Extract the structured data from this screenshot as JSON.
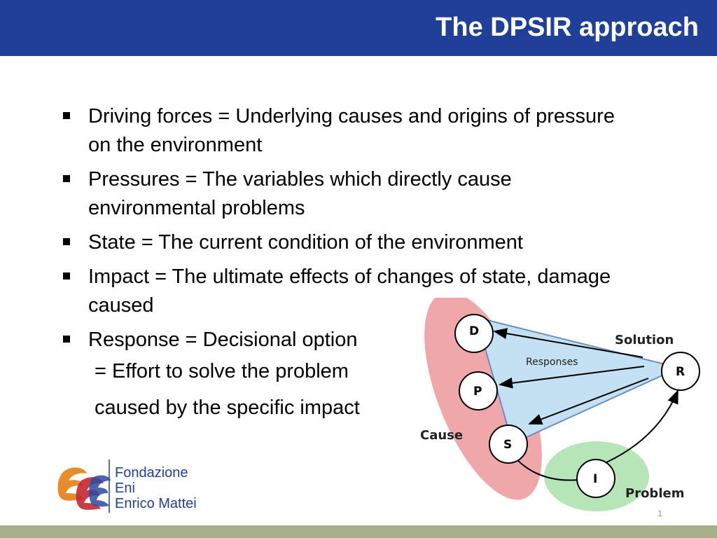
{
  "header": {
    "title": "The DPSIR approach"
  },
  "bullets": [
    {
      "text": "Driving forces = Underlying causes and origins of pressure on the environment"
    },
    {
      "text": "Pressures = The variables which directly cause environmental problems"
    },
    {
      "text": "State = The current condition of the environment"
    },
    {
      "text": "Impact = The ultimate effects of changes of state, damage caused"
    },
    {
      "text": "Response = Decisional option"
    }
  ],
  "continuation": [
    "= Effort to solve the problem",
    "caused by the specific impact"
  ],
  "diagram": {
    "nodes": {
      "d": "D",
      "p": "P",
      "s": "S",
      "i": "I",
      "r": "R"
    },
    "labels": {
      "solution": "Solution",
      "responses": "Responses",
      "cause": "Cause",
      "problem": "Problem"
    },
    "colors": {
      "cause_area": "#f0a7a9",
      "problem_area": "#b6e6b8",
      "response_area": "#c3e1f3"
    }
  },
  "logo": {
    "line1": "Fondazione",
    "line2": "Eni",
    "line3": "Enrico Mattei"
  },
  "footer": {
    "page_number": "1"
  }
}
